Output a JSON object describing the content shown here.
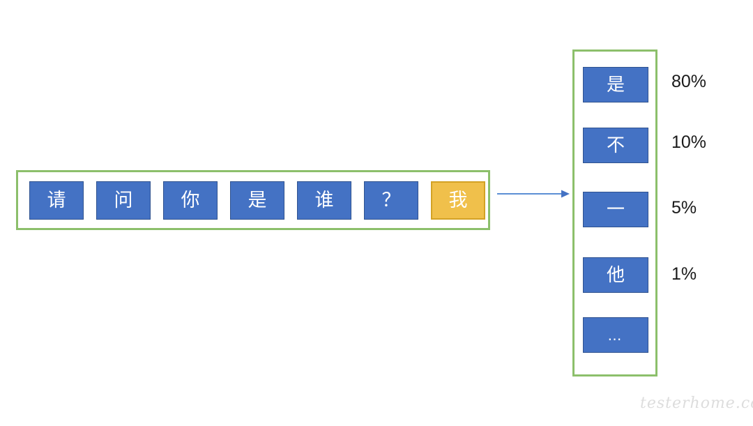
{
  "diagram": {
    "type": "token-sequence-next-token-prediction",
    "input_sequence": {
      "tokens": [
        {
          "text": "请",
          "style": "blue"
        },
        {
          "text": "问",
          "style": "blue"
        },
        {
          "text": "你",
          "style": "blue"
        },
        {
          "text": "是",
          "style": "blue"
        },
        {
          "text": "谁",
          "style": "blue"
        },
        {
          "text": "？",
          "style": "blue"
        },
        {
          "text": "我",
          "style": "gold"
        }
      ]
    },
    "arrow": {
      "icon": "arrow-right-icon",
      "direction": "right"
    },
    "predictions": {
      "candidates": [
        {
          "text": "是",
          "probability": "80%"
        },
        {
          "text": "不",
          "probability": "10%"
        },
        {
          "text": "一",
          "probability": "5%"
        },
        {
          "text": "他",
          "probability": "1%"
        },
        {
          "text": "…",
          "probability": ""
        }
      ]
    },
    "colors": {
      "token_blue_fill": "#4472C4",
      "token_blue_border": "#2F528F",
      "token_gold_fill": "#F0C04B",
      "token_gold_border": "#D3A225",
      "container_border_green": "#8CBF6B",
      "arrow_blue": "#5B8FD4",
      "text_white": "#FFFFFF",
      "percent_text": "#1A1A1A",
      "watermark_gray": "#DDDDDD",
      "background": "#FFFFFF"
    }
  },
  "watermark": {
    "text": "testerhome.com"
  }
}
